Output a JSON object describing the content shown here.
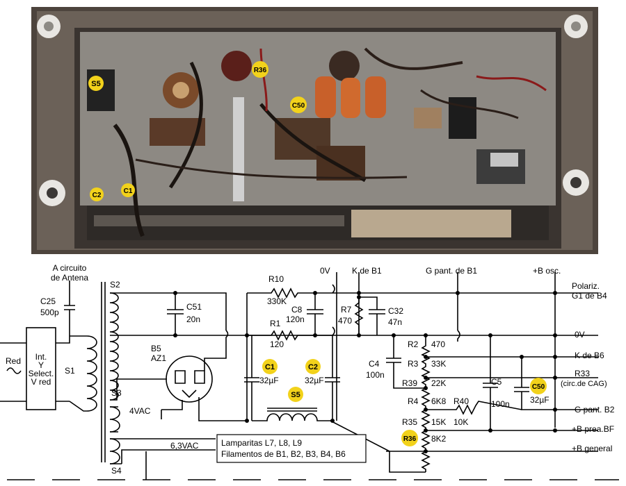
{
  "photo": {
    "badges": [
      "S5",
      "R36",
      "C50",
      "C1",
      "C2"
    ],
    "colors": {
      "frame": "#5a5048",
      "chassis": "#8a8680",
      "badge": "#f2d21b",
      "wire": "#2a1e18",
      "cap_orange": "#c8602a"
    }
  },
  "schematic": {
    "antenna": {
      "line1": "A circuito",
      "line2": "de Antena"
    },
    "c25": {
      "name": "C25",
      "value": "500p"
    },
    "mains": {
      "label": "Red"
    },
    "switch": {
      "line1": "Int.",
      "line2": "Y",
      "line3": "Select.",
      "line4": "V red"
    },
    "s1": "S1",
    "s2": "S2",
    "s3": {
      "name": "S3",
      "voltage": "4VAC"
    },
    "s4": {
      "name": "S4",
      "voltage": "6,3VAC"
    },
    "c51": {
      "name": "C51",
      "value": "20n"
    },
    "b5": {
      "name": "B5",
      "type": "AZ1"
    },
    "r10": {
      "name": "R10",
      "value": "330K"
    },
    "r1": {
      "name": "R1",
      "value": "120"
    },
    "c8": {
      "name": "C8",
      "value": "120n"
    },
    "c1": {
      "name": "C1",
      "value": "32µF"
    },
    "c2": {
      "name": "C2",
      "value": "32µF"
    },
    "s5": "S5",
    "lamps": {
      "line1": "Lamparitas L7, L8, L9",
      "line2": "Filamentos de B1, B2, B3, B4, B6"
    },
    "top_labels": {
      "zero_v": "0V",
      "k_b1": "K de B1",
      "g_b1": "G pant. de B1",
      "b_osc": "+B osc."
    },
    "r7": {
      "name": "R7",
      "value": "470"
    },
    "c32": {
      "name": "C32",
      "value": "47n"
    },
    "c4": {
      "name": "C4",
      "value": "100n"
    },
    "ladder": [
      {
        "name": "R2",
        "value": "470"
      },
      {
        "name": "R3",
        "value": "33K"
      },
      {
        "name": "R39",
        "value": "22K"
      },
      {
        "name": "R4",
        "value": "6K8"
      },
      {
        "name": "R35",
        "value": "15K"
      },
      {
        "name": "R36",
        "value": "8K2"
      }
    ],
    "c5": {
      "name": "C5",
      "value": "100n"
    },
    "c50": {
      "name": "C50",
      "value": "32µF"
    },
    "r40": {
      "name": "R40",
      "value": "10K"
    },
    "right_labels": {
      "polariz1": "Polariz.",
      "polariz2": "G1 de B4",
      "zero_v": "0V",
      "k_b6": "K de B6",
      "r33": "R33",
      "cag": "(circ.de CAG)",
      "g_b2": "G pant. B2",
      "b_prea": "+B prea.BF",
      "b_general": "+B general"
    }
  }
}
